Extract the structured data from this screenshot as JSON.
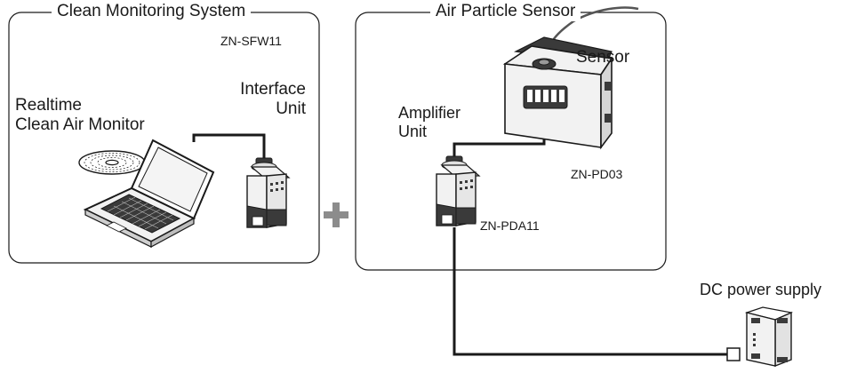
{
  "left_box": {
    "title": "Clean Monitoring System",
    "model": "ZN-SFW11",
    "monitor_label": "Realtime\nClean Air Monitor",
    "interface_label": "Interface\nUnit"
  },
  "right_box": {
    "title": "Air Particle Sensor",
    "sensor_label": "Sensor",
    "sensor_model": "ZN-PD03",
    "amplifier_label": "Amplifier\nUnit",
    "amplifier_model": "ZN-PDA11"
  },
  "power": {
    "label": "DC power supply"
  },
  "colors": {
    "line": "#1a1a1a",
    "plus": "#8c8c8c",
    "device_fill": "#f2f2f2",
    "device_dark": "#3a3a3a"
  }
}
